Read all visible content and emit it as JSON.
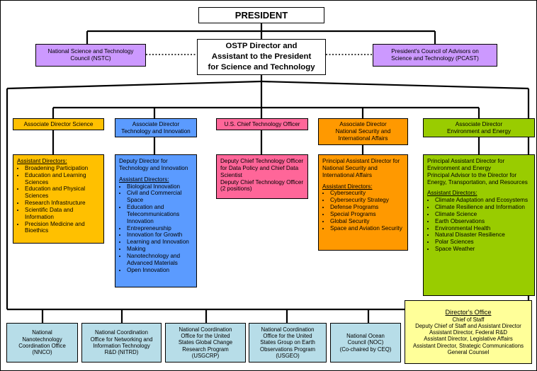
{
  "president": "PRESIDENT",
  "ostp": {
    "line1": "OSTP Director and",
    "line2": "Assistant to the President",
    "line3": "for Science and Technology"
  },
  "nstc": {
    "line1": "National Science and Technology",
    "line2": "Council (NSTC)"
  },
  "pcast": {
    "line1": "President's Council of Advisors on",
    "line2": "Science and Technology (PCAST)"
  },
  "ad_science": {
    "title": "Associate Director Science",
    "sub_header": "Assistant Directors:",
    "items": [
      "Broadening Participation",
      "Education and Learning Sciences",
      "Education and Physical Sciences",
      "Research Infrastructure",
      "Scientific Data and Information",
      "Precision Medicine and Bioethics"
    ]
  },
  "ad_tech": {
    "title_line1": "Associate Director",
    "title_line2": "Technology and Innovation",
    "deputy_line1": "Deputy Director for",
    "deputy_line2": "Technology and Innovation",
    "sub_header": "Assistant Directors:",
    "items": [
      "Biological Innovation",
      "Civil and Commercial Space",
      "Education and Telecommunications Innovation",
      "Entrepreneurship",
      "Innovation for Growth",
      "Learning and Innovation",
      "Making",
      "Nanotechnology and Advanced Materials",
      "Open Innovation"
    ]
  },
  "cto": {
    "title": "U.S. Chief Technology Officer",
    "deputy1": "Deputy Chief Technology Officer for Data Policy and Chief Data Scientist",
    "deputy2": "Deputy Chief Technology Officer (2 positions)"
  },
  "ad_nsia": {
    "title_line1": "Associate Director",
    "title_line2": "National Security and",
    "title_line3": "International Affairs",
    "principal": "Principal Assistant Director for National Security and International Affairs",
    "sub_header": "Assistant Directors:",
    "items": [
      "Cybersecurity",
      "Cybersecurity Strategy",
      "Defense Programs",
      "Special Programs",
      "Global Security",
      "Space and Aviation Security"
    ]
  },
  "ad_energy": {
    "title_line1": "Associate Director",
    "title_line2": "Environment and Energy",
    "principal1": "Principal Assistant Director for Environment and Energy",
    "principal2": "Principal Advisor to the Director for Energy, Transportation, and Resources",
    "sub_header": "Assistant Directors:",
    "items": [
      "Climate Adaptation and Ecosystems",
      "Climate Resilience and Information",
      "Climate Science",
      "Earth Observations",
      "Environmental Health",
      "Natural Disaster Resilience",
      "Polar Sciences",
      "Space Weather"
    ]
  },
  "directors_office": {
    "title": "Director's Office",
    "lines": [
      "Chief of Staff",
      "Deputy Chief of Staff and Assistant Director",
      "Assistant Director, Federal R&D",
      "Assistant Director, Legislative Affairs",
      "Assistant Director, Strategic Communications",
      "General Counsel"
    ]
  },
  "nnco": {
    "lines": [
      "National",
      "Nanotechnology",
      "Coordination Office",
      "(NNCO)"
    ]
  },
  "nitrd": {
    "lines": [
      "National Coordination",
      "Office for Networking and",
      "Information Technology",
      "R&D (NITRD)"
    ]
  },
  "usgcrp": {
    "lines": [
      "National Coordination",
      "Office for the United",
      "States Global Change",
      "Research Program",
      "(USGCRP)"
    ]
  },
  "usgeo": {
    "lines": [
      "National Coordination",
      "Office for the United",
      "States Group on Earth",
      "Observations Program",
      "(USGEO)"
    ]
  },
  "noc": {
    "lines": [
      "National Ocean",
      "Council (NOC)",
      "(Co-chaired by CEQ)"
    ]
  },
  "colors": {
    "white": "#ffffff",
    "purple": "#cc99ff",
    "gold": "#ffc000",
    "blue": "#5b9bff",
    "pink": "#ff6699",
    "orange": "#ff9900",
    "green": "#99cc00",
    "lightyellow": "#ffff99",
    "lightblue": "#b7dde8"
  }
}
